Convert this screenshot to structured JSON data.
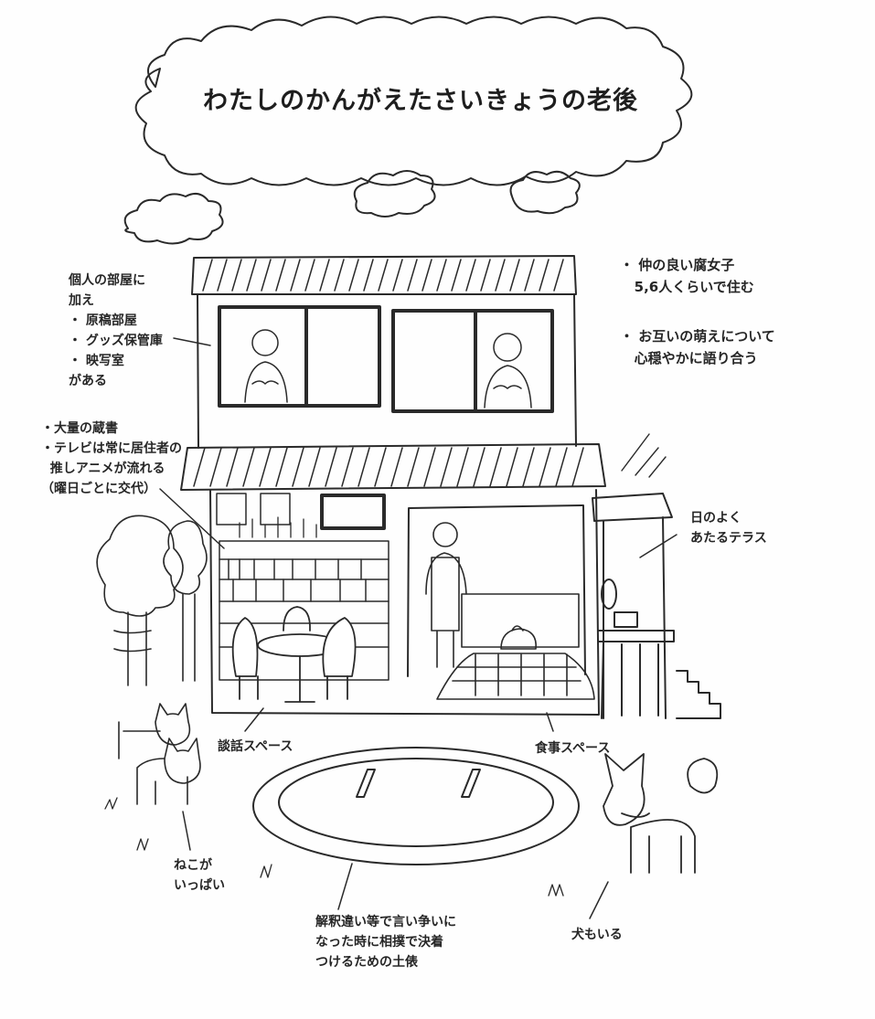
{
  "title": "わたしのかんがえたさいきょうの老後",
  "labels": {
    "rooms": [
      "個人の部屋に",
      "加え",
      "・ 原稿部屋",
      "・ グッズ保管庫",
      "・ 映写室",
      "がある"
    ],
    "library": [
      "・大量の蔵書",
      "・テレビは常に居住者の",
      "  推しアニメが流れる",
      "（曜日ごとに交代）"
    ],
    "residents": [
      "・ 仲の良い腐女子",
      "   5,6人くらいで住む"
    ],
    "chat": [
      "・ お互いの萌えについて",
      "   心穏やかに語り合う"
    ],
    "terrace": [
      "日のよく",
      "あたるテラス"
    ],
    "lounge": "談話スペース",
    "dining": "食事スペース",
    "cats": [
      "ねこが",
      "いっぱい"
    ],
    "dohyo": [
      "解釈違い等で言い争いに",
      "なった時に相撲で決着",
      "つけるための土俵"
    ],
    "dog": "犬もいる"
  }
}
